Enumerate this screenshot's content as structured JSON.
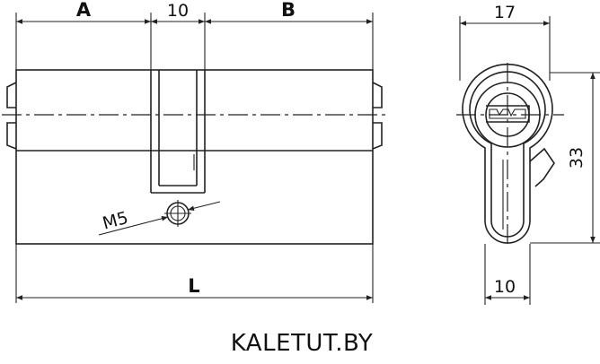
{
  "side_view": {
    "dim_a": "A",
    "dim_middle": "10",
    "dim_b": "B",
    "dim_l": "L",
    "thread": "M5"
  },
  "end_view": {
    "dim_width": "17",
    "dim_height": "33",
    "dim_bottom": "10"
  },
  "watermark": "KALETUT.BY"
}
